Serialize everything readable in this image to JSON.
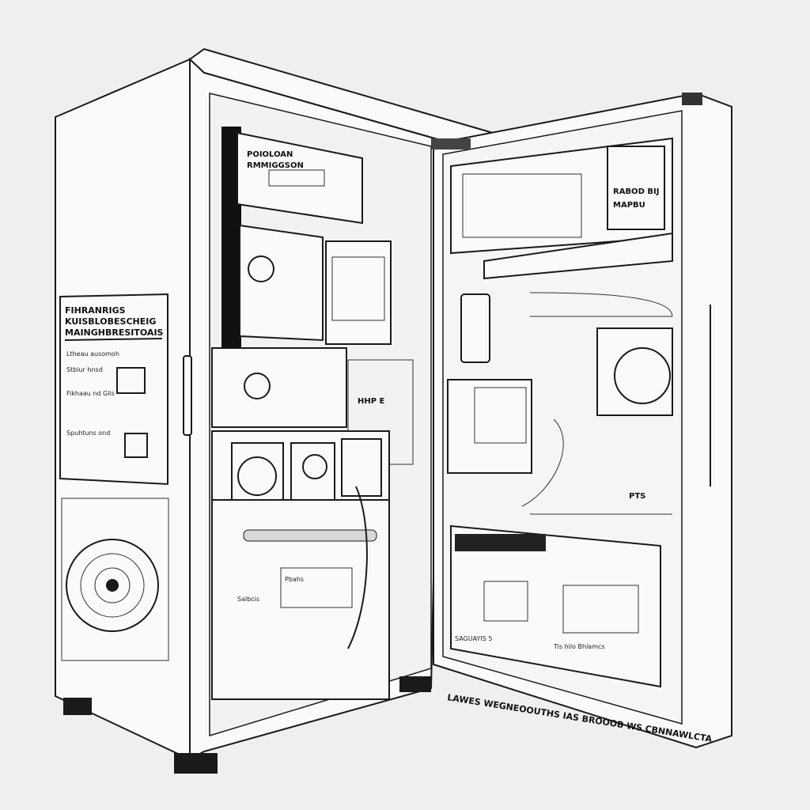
{
  "side_panel": {
    "heading_lines": [
      "FIHRANRIGS",
      "KUISBLOBESCHEIG",
      "MAINGHBRESITOAIS"
    ],
    "notes": [
      "Ltheau ausomoh",
      "Stbiur hnsd",
      "Fikhaau nd Glis",
      "Spuhtuns ond"
    ]
  },
  "upper_module": {
    "label_lines": [
      "POIOLOAN",
      "RMMIGGSON"
    ]
  },
  "door_panel": {
    "label_lines": [
      "RABOD BIJ",
      "MAPBU"
    ],
    "tag": "HHP E",
    "side_tag": "PTS"
  },
  "lower_drawer_notes": [
    "Pbahs",
    "Salbcis"
  ],
  "door_bin_notes": [
    "Tis hilo Bhlamcs",
    "SAGUAYIS 5"
  ],
  "caption": "LAWES WEGNEOOUTHS IAS BROOOB WS CBNNAWLCTA"
}
